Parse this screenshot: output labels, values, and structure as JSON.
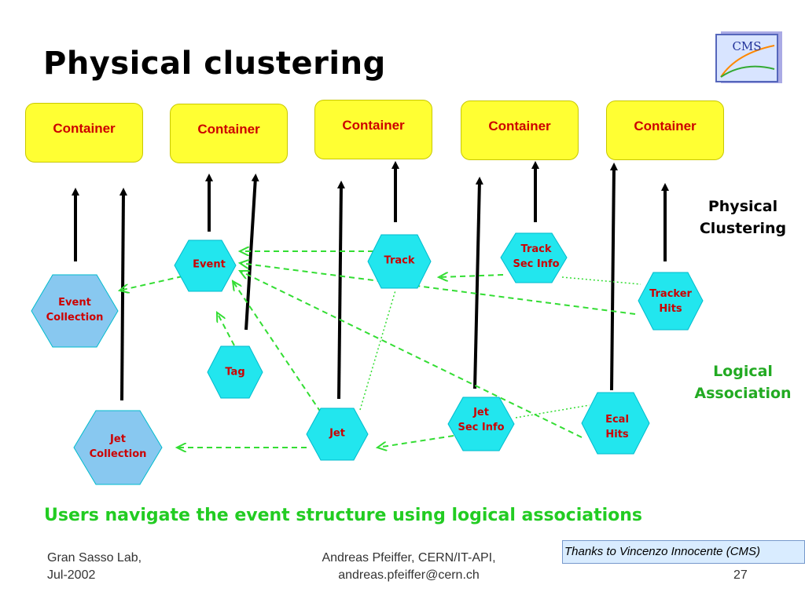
{
  "slide": {
    "title": "Physical clustering",
    "caption": "Users navigate the event structure using logical associations",
    "logo": {
      "label": "CMS"
    },
    "legend": {
      "physical": "Physical\nClustering",
      "logical": "Logical\nAssociation"
    },
    "footer": {
      "left": "Gran Sasso Lab,\nJul-2002",
      "center": "Andreas Pfeiffer, CERN/IT-API,\nandreas.pfeiffer@cern.ch",
      "thanks": "Thanks to Vincenzo Innocente (CMS)",
      "page_number": "27"
    }
  },
  "diagram": {
    "containers": [
      "Container",
      "Container",
      "Container",
      "Container",
      "Container"
    ],
    "nodes": {
      "event_collection": "Event\nCollection",
      "jet_collection": "Jet\nCollection",
      "event": "Event",
      "tag": "Tag",
      "track": "Track",
      "jet": "Jet",
      "track_sec_info": "Track\nSec Info",
      "jet_sec_info": "Jet\nSec Info",
      "tracker_hits": "Tracker\nHits",
      "ecal_hits": "Ecal\nHits"
    }
  },
  "colors": {
    "container_fill": "#ffff33",
    "container_text": "#cc0000",
    "object_fill": "#22e6ee",
    "collection_fill": "#88c8f0",
    "logical_association": "#33dd33",
    "physical_arrow": "#000000"
  }
}
